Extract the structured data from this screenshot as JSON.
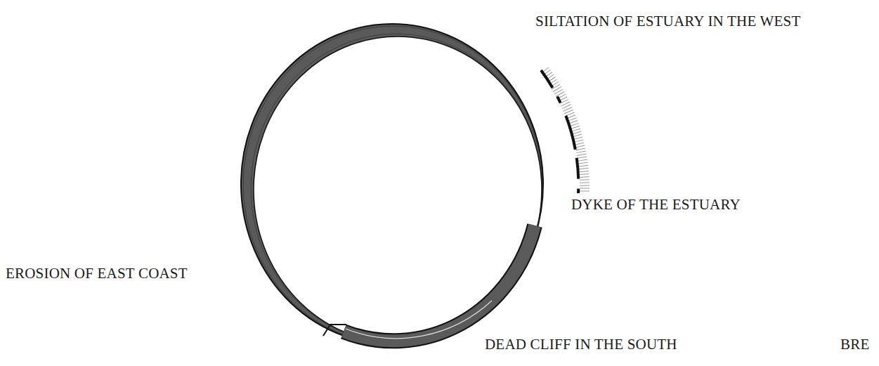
{
  "diagram": {
    "labels": [
      "SILTATION OF ESTUARY IN THE WEST",
      "DYKE OF THE ESTUARY",
      "EROSION OF EAST COAST",
      "DEAD CLIFF IN THE SOUTH",
      "BRE"
    ]
  }
}
